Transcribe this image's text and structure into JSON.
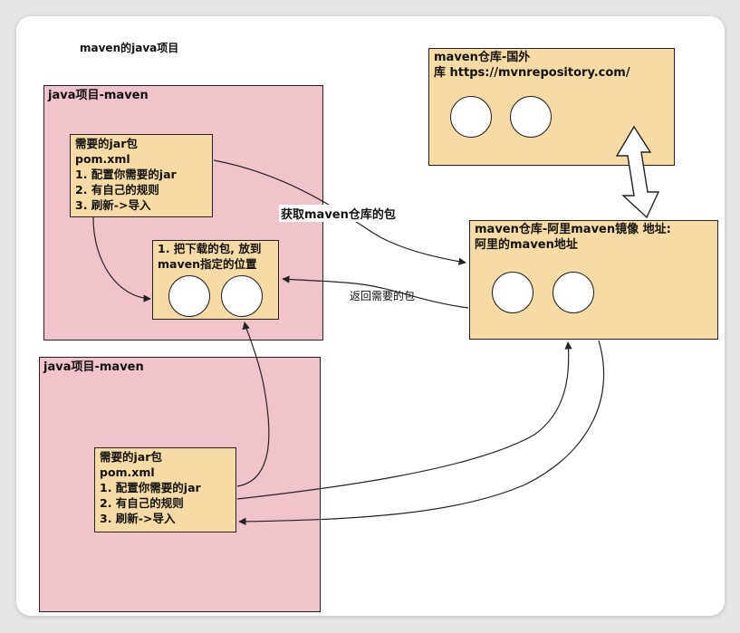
{
  "title": "maven的java项目",
  "project1": {
    "title": "java项目-maven",
    "pom": {
      "lines": [
        "需要的jar包",
        "pom.xml",
        "1. 配置你需要的jar",
        "2. 有自己的规则",
        "3. 刷新->导入"
      ]
    },
    "local": {
      "lines": [
        "1. 把下载的包, 放到",
        "maven指定的位置"
      ]
    }
  },
  "project2": {
    "title": "java项目-maven",
    "pom": {
      "lines": [
        "需要的jar包",
        "pom.xml",
        "1. 配置你需要的jar",
        "2. 有自己的规则",
        "3. 刷新->导入"
      ]
    }
  },
  "foreign_repo": {
    "lines": [
      "maven仓库-国外",
      "库 https://mvnrepository.com/"
    ]
  },
  "aliyun_repo": {
    "lines": [
      "maven仓库-阿里maven镜像 地址:",
      "阿里的maven地址"
    ]
  },
  "edge_labels": {
    "fetch": "获取maven仓库的包",
    "return": "返回需要的包"
  },
  "colors": {
    "project_bg": "#f1c3cb",
    "box_bg": "#f6dba4",
    "stroke": "#222222"
  }
}
